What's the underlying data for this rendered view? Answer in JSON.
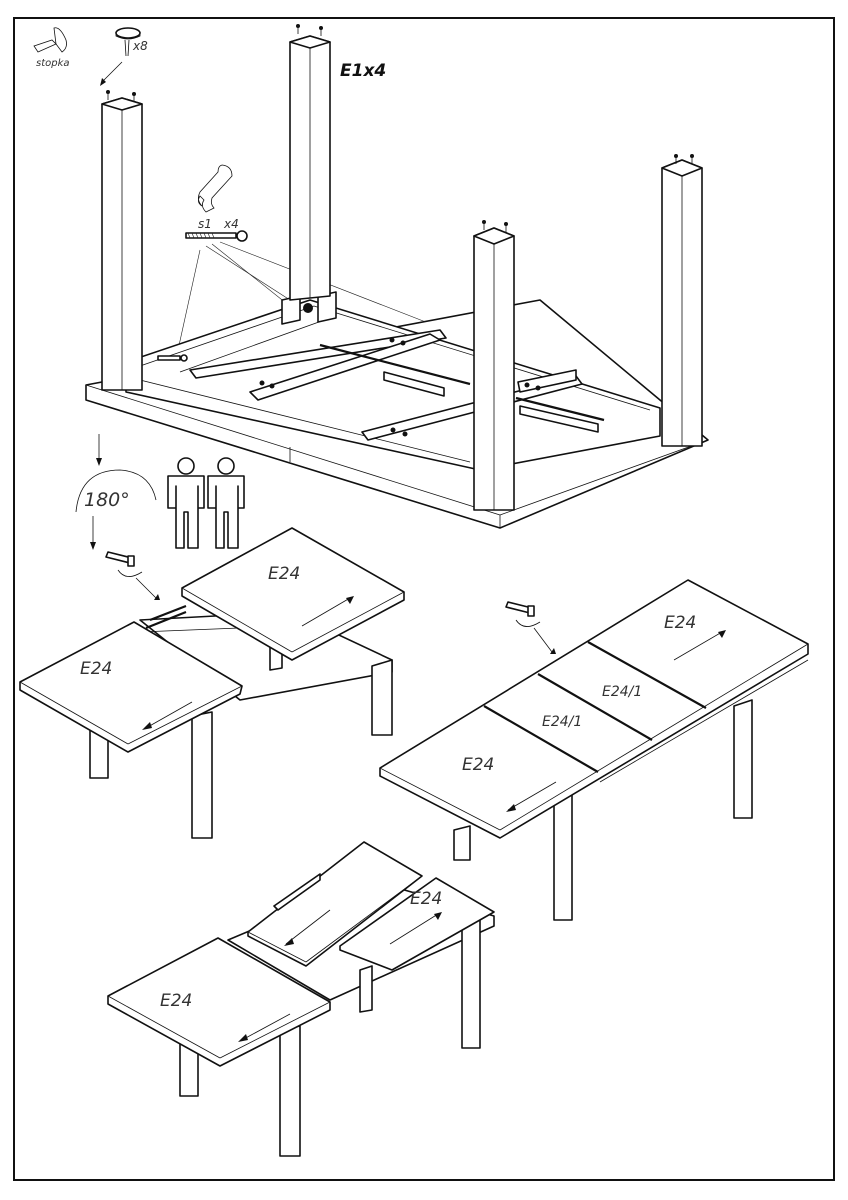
{
  "diagram": {
    "type": "furniture-assembly-instructions",
    "subject": "extendable dining table",
    "colors": {
      "line": "#111111",
      "background": "#ffffff",
      "label": "#333333"
    }
  },
  "step_top": {
    "tool_label": "stopka",
    "tool_icon": "rubber-mallet-icon",
    "glide_quantity": "x8",
    "glide_icon": "furniture-glide-nail-icon",
    "leg_part": "E1x4",
    "wrench_size": "s1",
    "bolt_quantity": "x4",
    "wrench_icon": "wrench-icon",
    "bolt_icon": "lag-bolt-icon"
  },
  "step_flip": {
    "rotation_label": "180°",
    "people_icon": "two-person-lift-icon",
    "people_count": 2
  },
  "step_extend": {
    "left_panels": [
      "E24",
      "E24"
    ],
    "right_panels": [
      "E24",
      "E24/1",
      "E24/1",
      "E24"
    ],
    "key_icon": "allen-key-turn-icon"
  },
  "step_fold": {
    "panels": [
      "E24",
      "E24"
    ]
  }
}
